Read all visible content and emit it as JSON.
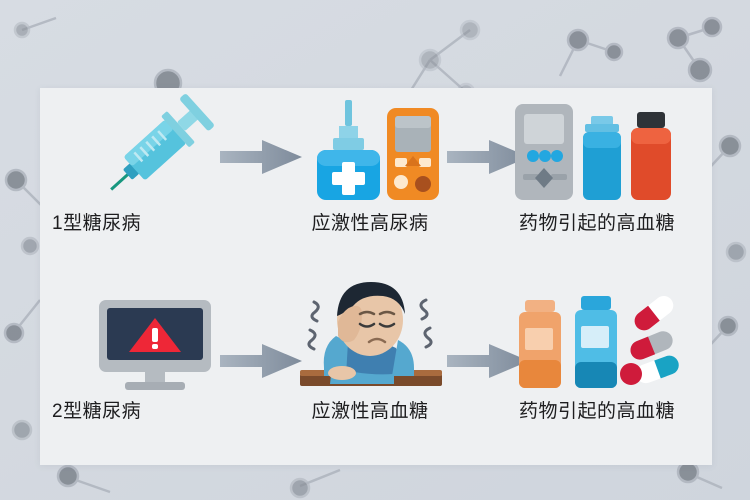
{
  "graphic": {
    "title_visible": false,
    "background": {
      "color": "#d6dbe2",
      "motif": "molecule-network",
      "node_color": "#7d838c"
    },
    "card": {
      "color": "#eef0f2"
    },
    "arrow": {
      "color_light": "#9aa6b4",
      "color_dark": "#7e8b9b",
      "name": "right-arrow"
    }
  },
  "flow": {
    "rows": [
      {
        "id": "row-type-1",
        "steps": [
          {
            "label": "1型糖尿病",
            "icon": "syringe-icon",
            "colors": {
              "barrel": "#4bb8d4",
              "plunger": "#7fd0e0",
              "needle": "#1f9e8f"
            }
          },
          {
            "label": "应激性高尿病",
            "icon": "insulin-vial-and-glucometer-icon",
            "colors": {
              "vial": "#1ba3e0",
              "vial_cap": "#7fc4e8",
              "meter": "#f08a24",
              "meter_screen": "#a9b2b8"
            }
          },
          {
            "label": "药物引起的高血糖",
            "icon": "glucose-monitor-and-medicine-bottles-icon",
            "colors": {
              "device": "#b0b6bc",
              "device_screen": "#cfd4d8",
              "bottle_blue": "#1f9fd4",
              "bottle_blue_cap": "#79c9e8",
              "bottle_red": "#e04b2a",
              "bottle_red_cap": "#2f3338"
            }
          }
        ]
      },
      {
        "id": "row-type-2",
        "steps": [
          {
            "label": "2型糖尿病",
            "icon": "monitor-warning-icon",
            "colors": {
              "monitor": "#b5bbc1",
              "screen": "#2b3a52",
              "warning": "#ee2737"
            }
          },
          {
            "label": "应激性高血糖",
            "icon": "stressed-person-at-desk-icon",
            "colors": {
              "hair": "#1d2733",
              "skin": "#e8c6a8",
              "shirt": "#3f7fb0",
              "sleeve": "#55a8cf",
              "desk": "#7a4a2b"
            }
          },
          {
            "label": "药物引起的高血糖",
            "icon": "pill-bottles-and-capsules-icon",
            "colors": {
              "bottle_orange": "#e8873c",
              "bottle_blue": "#1f9fd4",
              "capsule_red": "#cf1b3b",
              "capsule_teal": "#19a3c4",
              "capsule_gray": "#b0b6bc",
              "pill_red": "#cf1b3b"
            }
          }
        ]
      }
    ],
    "arrow_labels": [
      "",
      "",
      "",
      ""
    ]
  }
}
